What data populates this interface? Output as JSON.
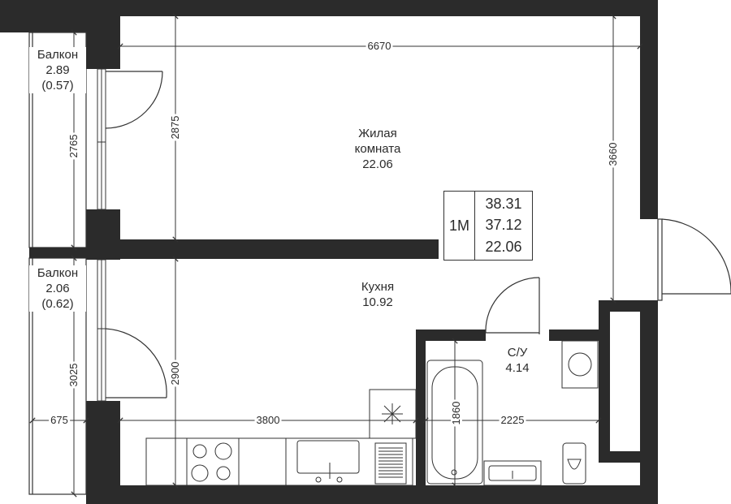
{
  "rooms": {
    "living": {
      "name_line1": "Жилая",
      "name_line2": "комната",
      "area": "22.06"
    },
    "kitchen": {
      "name": "Кухня",
      "area": "10.92"
    },
    "bathroom": {
      "name": "С/У",
      "area": "4.14"
    },
    "balcony_top": {
      "name": "Балкон",
      "area": "2.89",
      "reduced_area": "(0.57)"
    },
    "balcony_bottom": {
      "name": "Балкон",
      "area": "2.06",
      "reduced_area": "(0.62)"
    }
  },
  "summary": {
    "type": "1М",
    "total_area": "38.31",
    "area_without_balconies": "37.12",
    "living_area": "22.06"
  },
  "dimensions": {
    "top_width": "6670",
    "living_height": "2875",
    "right_height": "3660",
    "balcony_top_height": "2765",
    "kitchen_height": "2900",
    "balcony_bottom_height": "3025",
    "balcony_width": "675",
    "kitchen_width": "3800",
    "bathroom_width": "2225",
    "bathroom_height": "1860"
  },
  "colors": {
    "wall": "#2b2b2b",
    "line": "#333333",
    "background": "#ffffff"
  }
}
